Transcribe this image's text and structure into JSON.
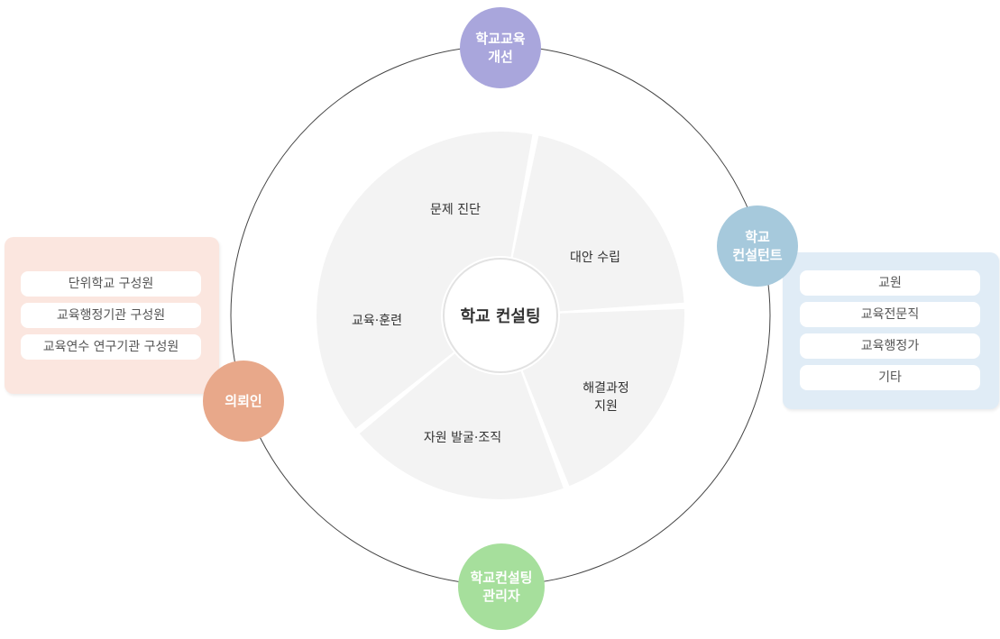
{
  "center": {
    "label": "학교 컨설팅"
  },
  "segments": [
    {
      "label": "문제 진단"
    },
    {
      "label": "대안 수립"
    },
    {
      "label": "해결과정\n지원"
    },
    {
      "label": "자원 발굴·조직"
    },
    {
      "label": "교육·훈련"
    }
  ],
  "nodes": {
    "top": {
      "label": "학교교육\n개선",
      "color": "#a9a6dc"
    },
    "right": {
      "label": "학교\n컨설턴트",
      "color": "#a6c9dc"
    },
    "left": {
      "label": "의뢰인",
      "color": "#e8a88a"
    },
    "bottom": {
      "label": "학교컨설팅\n관리자",
      "color": "#a6df9c"
    }
  },
  "left_panel": {
    "color": "#fbe6df",
    "items": [
      "단위학교 구성원",
      "교육행정기관 구성원",
      "교육연수 연구기관 구성원"
    ]
  },
  "right_panel": {
    "color": "#e0ecf6",
    "items": [
      "교원",
      "교육전문직",
      "교육행정가",
      "기타"
    ]
  }
}
